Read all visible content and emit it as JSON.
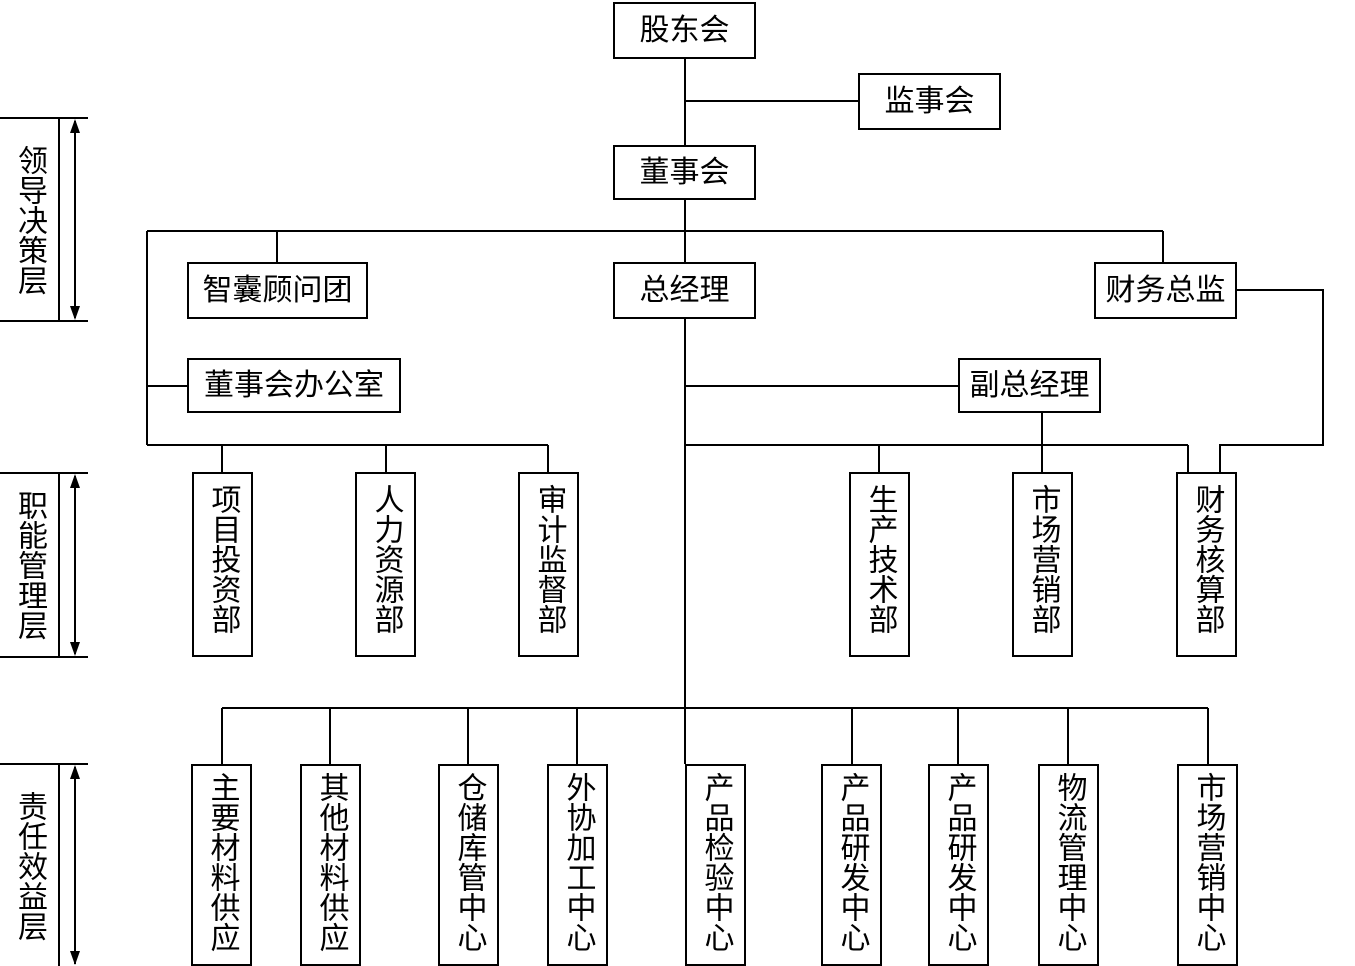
{
  "governance": {
    "shareholders": "股东会",
    "supervisory_board": "监事会",
    "board": "董事会"
  },
  "leadership": {
    "think_tank": "智囊顾问团",
    "general_manager": "总经理",
    "cfo": "财务总监",
    "board_office": "董事会办公室",
    "deputy_gm": "副总经理"
  },
  "functional_depts": [
    "项目投资部",
    "人力资源部",
    "审计监督部",
    "生产技术部",
    "市场营销部",
    "财务核算部"
  ],
  "centers": [
    "主要材料供应",
    "其他材料供应",
    "仓储库管中心",
    "外协加工中心",
    "产品检验中心",
    "产品研发中心",
    "产品研发中心",
    "物流管理中心",
    "市场营销中心"
  ],
  "layers": {
    "leadership": "领导决策层",
    "functional": "职能管理层",
    "responsibility": "责任效益层"
  }
}
